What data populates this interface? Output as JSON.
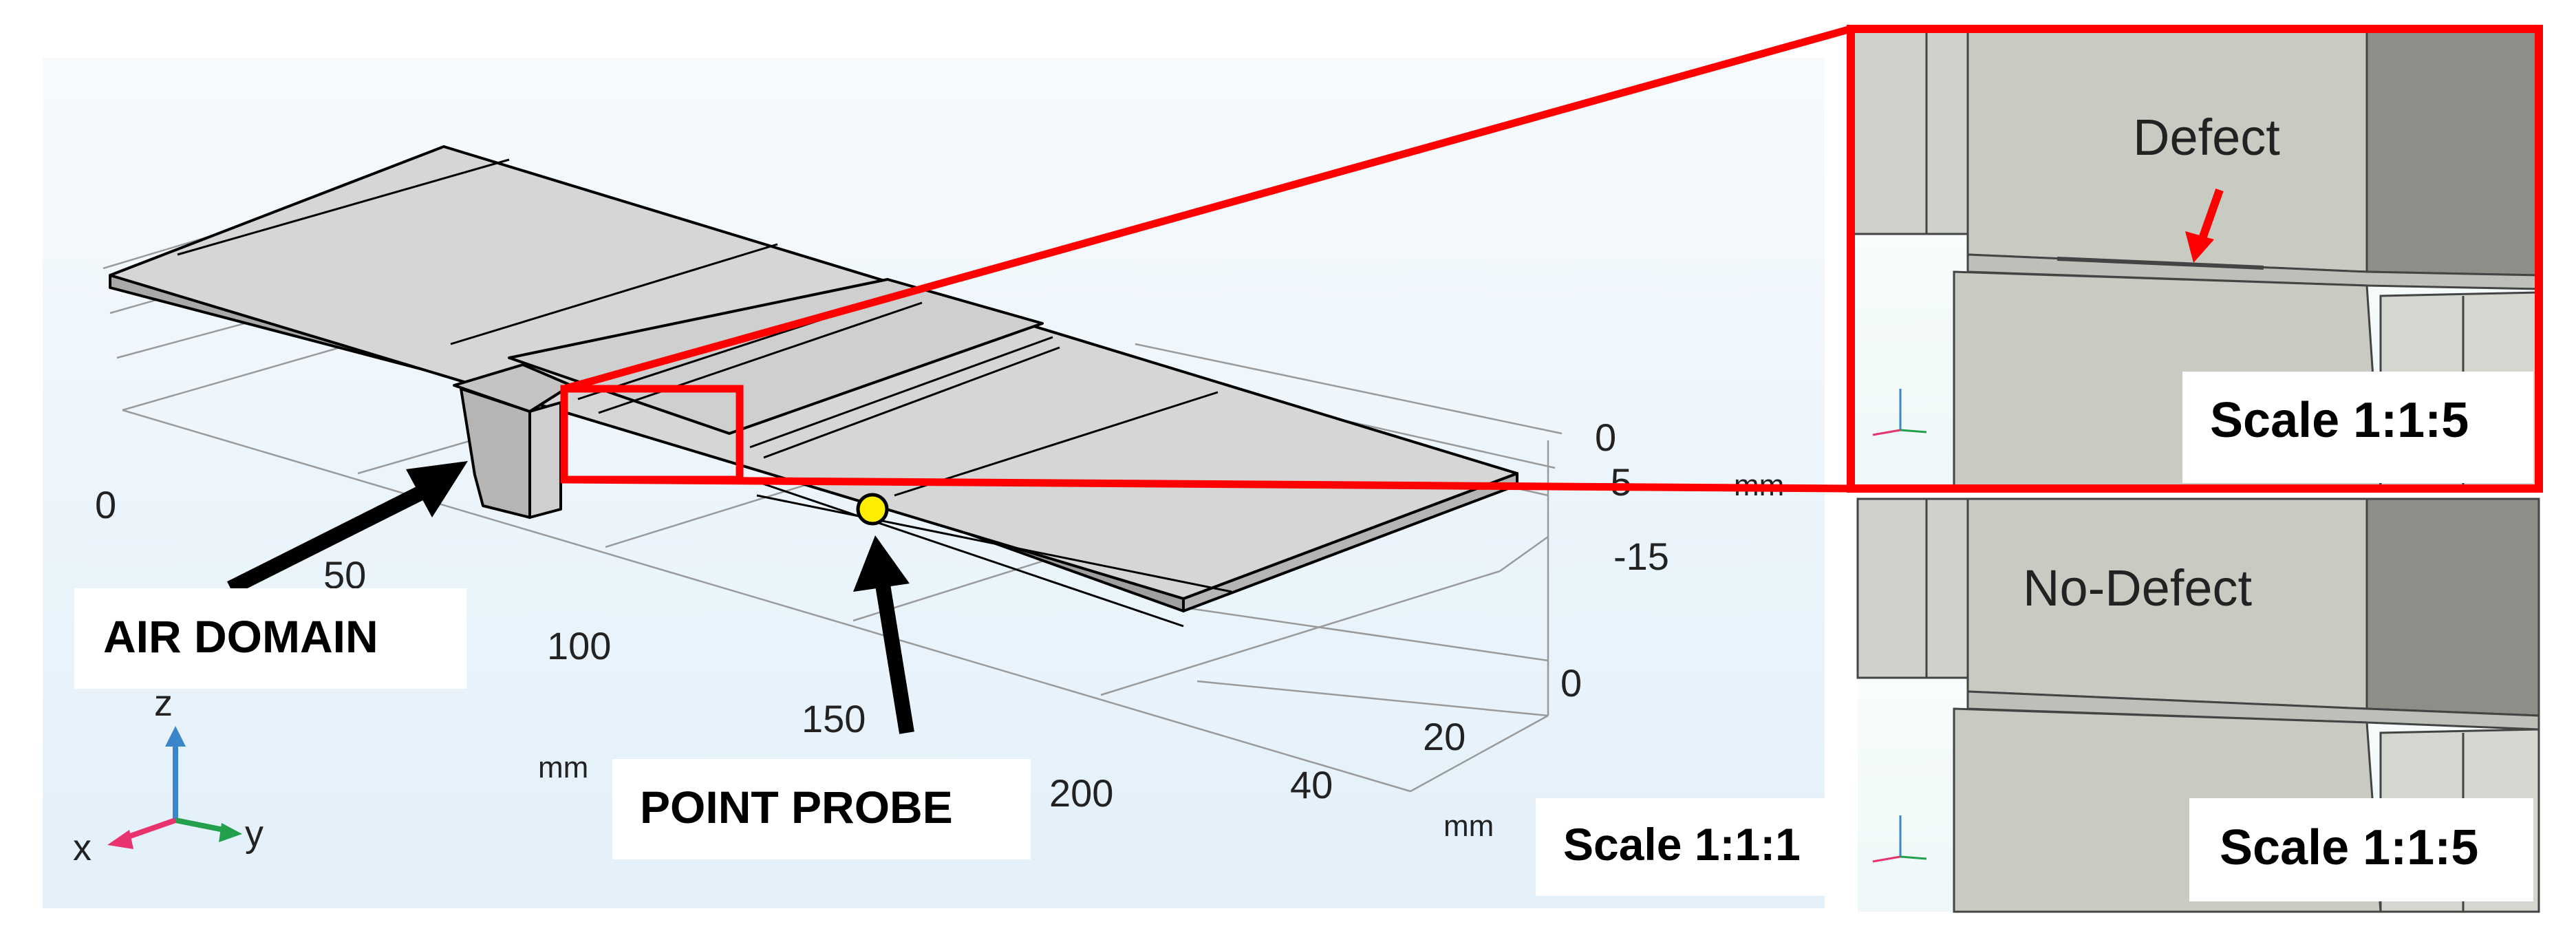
{
  "main_view": {
    "x_axis": {
      "ticks": [
        "0",
        "50",
        "100",
        "150",
        "200"
      ],
      "unit": "mm"
    },
    "y_axis": {
      "ticks": [
        "0",
        "20",
        "40"
      ],
      "unit": "mm"
    },
    "z_axis": {
      "ticks": [
        "0",
        "-5",
        "-15"
      ],
      "unit": "mm"
    },
    "scale": "Scale 1:1:1"
  },
  "callouts": {
    "air_domain": "AIR DOMAIN",
    "point_probe": "POINT PROBE"
  },
  "triad": {
    "x": "x",
    "y": "y",
    "z": "z"
  },
  "detail_defect": {
    "label": "Defect",
    "scale": "Scale 1:1:5"
  },
  "detail_no_defect": {
    "label": "No-Defect",
    "scale": "Scale 1:1:5"
  },
  "colors": {
    "highlight": "#ff0000",
    "probe": "#ffee00",
    "background": "#eaf4fb",
    "plate": "#d3d3d3",
    "block": "#c8cbc2",
    "arrow": "#000000"
  }
}
